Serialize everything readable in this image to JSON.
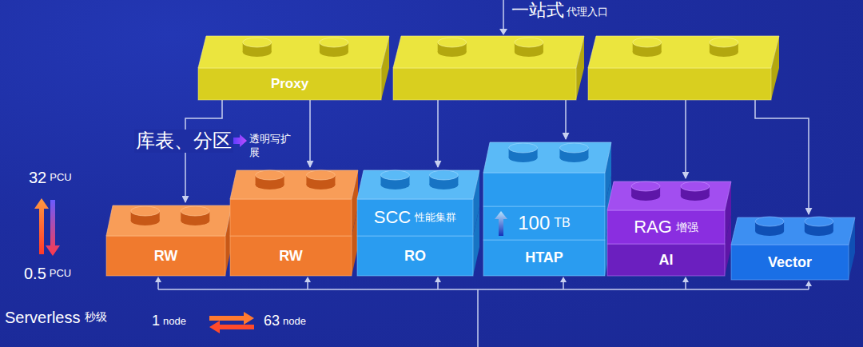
{
  "diagram": {
    "nodes": [
      {
        "text": [
          "Proxy"
        ]
      },
      {
        "text": [
          "RW"
        ]
      },
      {
        "text": [
          "RW"
        ]
      },
      {
        "text": [
          "SCC",
          "性能集群",
          "RO"
        ]
      },
      {
        "text": [
          "100",
          "TB",
          "HTAP"
        ]
      },
      {
        "text": [
          "RAG",
          "增强",
          "AI"
        ]
      },
      {
        "text": [
          "Vector"
        ]
      }
    ],
    "edges": [
      {
        "from": 0,
        "to": 1,
        "arrow": "to"
      },
      {
        "from": 0,
        "to": 2,
        "arrow": "to"
      },
      {
        "from": 0,
        "to": 3,
        "arrow": "to"
      },
      {
        "from": 0,
        "to": 4,
        "arrow": "to"
      },
      {
        "from": 0,
        "to": 5,
        "arrow": "to"
      },
      {
        "from": 0,
        "to": 6,
        "arrow": "to"
      }
    ],
    "labels": [
      "一站式",
      "代理入口",
      "库表、分区",
      "透明写扩展",
      "32",
      "PCU",
      "0.5",
      "PCU",
      "Serverless",
      "秒级",
      "1",
      "node",
      "63",
      "node"
    ]
  }
}
